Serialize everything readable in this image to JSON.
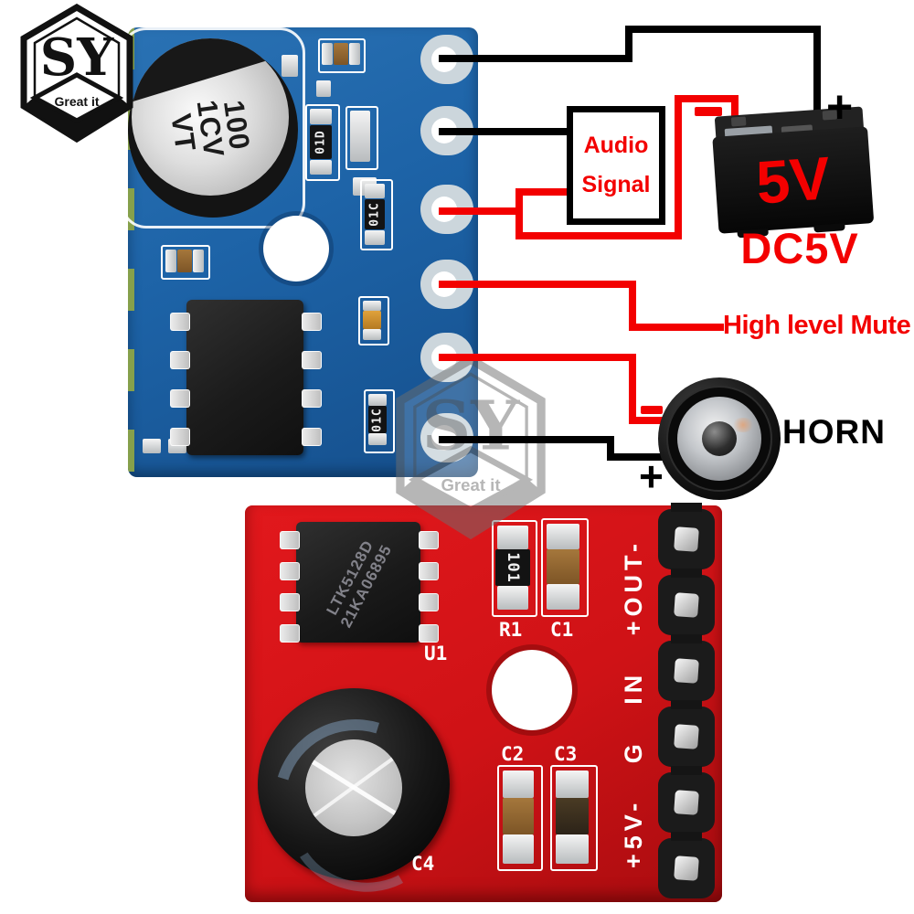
{
  "brand": {
    "logo_text": "SY",
    "logo_tagline": "Great it"
  },
  "watermark": {
    "text": "SY",
    "tagline": "Great it"
  },
  "blue_module": {
    "capacitor_marking": {
      "line1": "100",
      "line2": "1CV",
      "line3": "VT"
    },
    "resistor_top_marking": "01D",
    "resistor_mid_marking": "01C",
    "resistor_bottom_marking": "01C"
  },
  "red_module": {
    "ic_marking_line1": "LTK5128D",
    "ic_marking_line2": "21KA06895",
    "ic_reference": "U1",
    "r1_reference": "R1",
    "r1_marking": "101",
    "c1_reference": "C1",
    "c2_reference": "C2",
    "c3_reference": "C3",
    "c4_reference": "C4",
    "pin_labels": "+5V- G IN +OUT-"
  },
  "diagram": {
    "audio_source_line1": "Audio",
    "audio_source_line2": "Signal",
    "battery_voltage": "5V",
    "battery_caption": "DC5V",
    "battery_plus": "+",
    "mute_label": "High level Mute",
    "speaker_label": "HORN",
    "speaker_plus": "+"
  },
  "icons": {
    "battery_minus": "minus-icon",
    "speaker_minus": "minus-icon"
  },
  "colors": {
    "blue_pcb": "#1d63a7",
    "red_pcb": "#cf1216",
    "wire_red": "#f30000",
    "wire_black": "#000000",
    "annotation_red": "#f30000"
  }
}
